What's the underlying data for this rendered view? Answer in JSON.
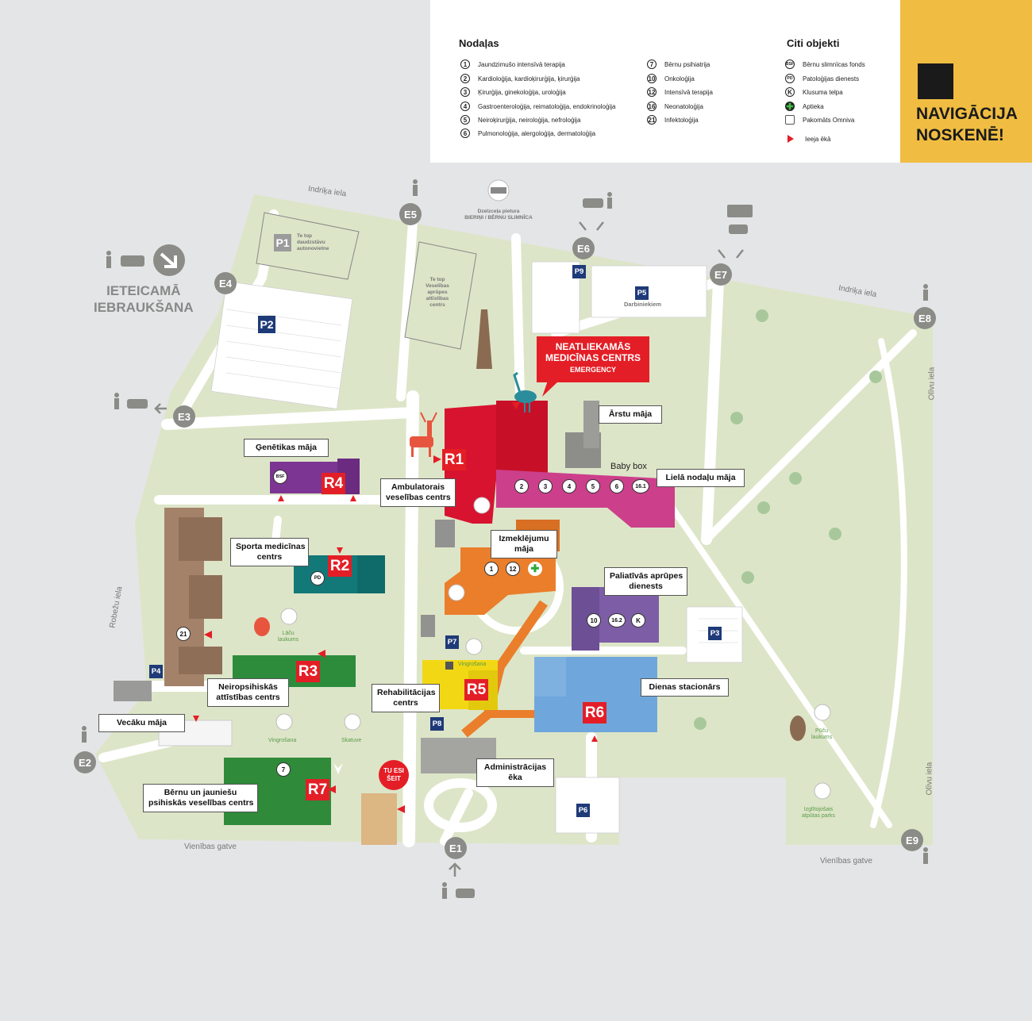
{
  "legend": {
    "departments_title": "Nodaļas",
    "others_title": "Citi objekti",
    "departments": [
      {
        "code": "1",
        "name": "Jaundzimušo intensīvā terapija"
      },
      {
        "code": "2",
        "name": "Kardioloģija, kardioķirurģija, ķirurģija"
      },
      {
        "code": "3",
        "name": "Ķirurģija, ginekoloģija, uroloģija"
      },
      {
        "code": "4",
        "name": "Gastroenteroloģija, reimatoloģija, endokrinoloģija"
      },
      {
        "code": "5",
        "name": "Neiroķirurģija, neiroloģija, nefroloģija"
      },
      {
        "code": "6",
        "name": "Pulmonoloģija, alergoloģija, dermatoloģija"
      },
      {
        "code": "7",
        "name": "Bērnu psihiatrija"
      },
      {
        "code": "10",
        "name": "Onkoloģija"
      },
      {
        "code": "12",
        "name": "Intensīvā terapija"
      },
      {
        "code": "16",
        "name": "Neonatoloģija"
      },
      {
        "code": "21",
        "name": "Infektoloģija"
      }
    ],
    "others": [
      {
        "code": "BSF",
        "icon": "bsf-badge-icon",
        "name": "Bērnu slimnīcas fonds"
      },
      {
        "code": "PD",
        "icon": "pd-badge-icon",
        "name": "Patoloģijas dienests"
      },
      {
        "code": "K",
        "icon": "k-badge-icon",
        "name": "Klusuma telpa"
      },
      {
        "code": "",
        "icon": "pharmacy-cross-icon",
        "name": "Aptieka"
      },
      {
        "code": "",
        "icon": "parcel-box-icon",
        "name": "Pakomāts Omniva"
      },
      {
        "code": "",
        "icon": "entrance-triangle-icon",
        "name": "Ieeja ēkā"
      }
    ]
  },
  "nav": {
    "line1": "NAVIGĀCIJA",
    "line2": "NOSKENĒ!"
  },
  "recommended": {
    "line1": "IETEICAMĀ",
    "line2": "IEBRAUKŠANA"
  },
  "emergency": {
    "line1": "NEATLIEKAMĀS",
    "line2": "MEDICĪNAS CENTRS",
    "line3": "EMERGENCY"
  },
  "you_are_here": {
    "line1": "TU ESI",
    "line2": "ŠEIT"
  },
  "baby_box": "Baby box",
  "labels": {
    "genetics": "Ģenētikas māja",
    "ambulatory1": "Ambulatorais",
    "ambulatory2": "veselības centrs",
    "doctors": "Ārstu māja",
    "main_wards": "Lielā nodaļu māja",
    "sports1": "Sporta medicīnas",
    "sports2": "centrs",
    "exam1": "Izmeklējumu",
    "exam2": "māja",
    "palliative1": "Paliatīvās aprūpes",
    "palliative2": "dienests",
    "neuro1": "Neiropsihiskās",
    "neuro2": "attīstības centrs",
    "rehab1": "Rehabilitācijas",
    "rehab2": "centrs",
    "day": "Dienas stacionārs",
    "parents": "Vecāku māja",
    "admin1": "Administrācijas",
    "admin2": "ēka",
    "youth1": "Bērnu un jauniešu",
    "youth2": "psihiskās veselības centrs"
  },
  "buildings": [
    "R1",
    "R2",
    "R3",
    "R4",
    "R5",
    "R6",
    "R7"
  ],
  "gates": [
    "E1",
    "E2",
    "E3",
    "E4",
    "E5",
    "E6",
    "E7",
    "E8",
    "E9"
  ],
  "parking": [
    "P1",
    "P2",
    "P3",
    "P4",
    "P5",
    "P6",
    "P7",
    "P8",
    "P9"
  ],
  "streets": {
    "indrika_top": "Indriķa iela",
    "indrika_right": "Indriķa iela",
    "olivu_top": "Olīvu iela",
    "olivu_bottom": "Olīvu iela",
    "robezu": "Robežu iela",
    "vienibas_left": "Vienības gatve",
    "vienibas_right": "Vienības gatve"
  },
  "small_texts": {
    "p1_1": "Te top",
    "p1_2": "daudzstāvu",
    "p1_3": "autonovietne",
    "health1": "Te top",
    "health2": "Veselības",
    "health3": "aprūpes",
    "health4": "attīstības",
    "health5": "centrs",
    "rail1": "Dzelzceļa pietura",
    "rail2": "BIERIŅI / BĒRNU SLIMNĪCA",
    "p5": "Darbiniekiem"
  },
  "green_texts": {
    "bear1": "Lāču",
    "bear2": "laukums",
    "gym_left": "Vingrošana",
    "lookout": "Skatuve",
    "gym_mid": "Vingrošana",
    "owl1": "Pūču",
    "owl2": "laukums",
    "edu1": "Izglītojošais",
    "edu2": "atpūtas parks"
  },
  "dept_badges": {
    "wards": [
      "2",
      "3",
      "4",
      "5",
      "6",
      "16.1"
    ],
    "exam": [
      "1",
      "12"
    ],
    "palliative": [
      "10",
      "16.2",
      "K"
    ],
    "brown": "21",
    "youth": "7",
    "genetics": "BSF",
    "sports": "PD"
  },
  "colors": {
    "ground": "#e4e5e6",
    "campus": "#dde5c8",
    "road": "#ffffff",
    "r1": "#d7132f",
    "wards": "#cc3f8b",
    "r4": "#7c3592",
    "r2": "#137878",
    "r3": "#2c8c3c",
    "exam": "#ea7e2b",
    "palliative": "#7d5da6",
    "r5": "#f2d814",
    "r6": "#6fa7dc",
    "admin": "#a4a4a0",
    "r7": "#2f8a3a",
    "brown": "#a4826a",
    "tan": "#dcb683",
    "accent": "#e41e26",
    "nav": "#f0bd42",
    "park": "#1e3a78",
    "gate": "#8b8b87"
  }
}
